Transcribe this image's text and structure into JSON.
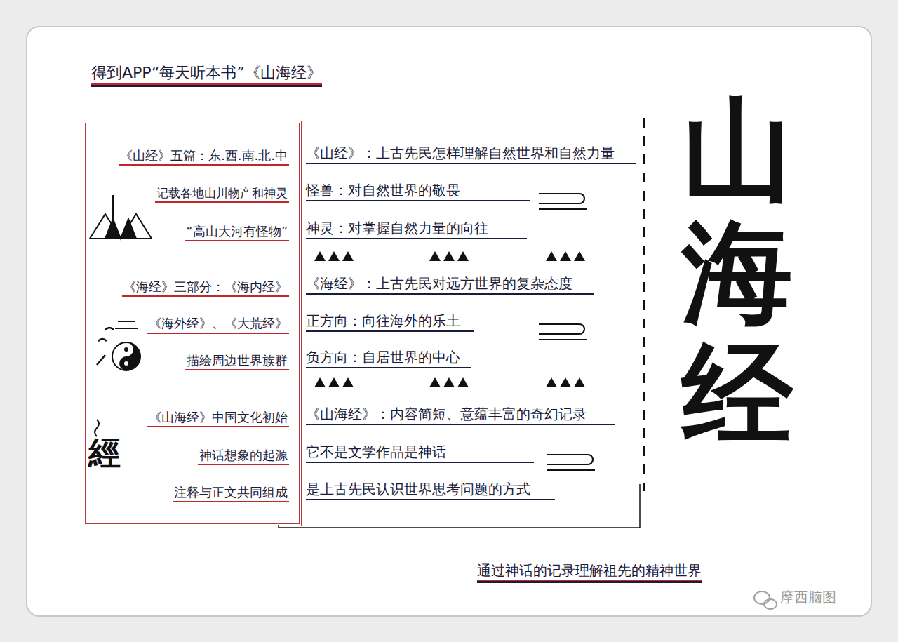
{
  "diagram": {
    "title": "得到APP“每天听本书”《山海经》",
    "caption": "通过神话的记录理解祖先的精神世界",
    "nodes": [
      {
        "text": [
          "《山经》五篇：东.西.南.北.中",
          "记载各地山川物产和神灵",
          "“高山大河有怪物”",
          "《海经》三部分：《海内经》",
          "《海外经》、《大荒经》",
          "描绘周边世界族群",
          "《山海经》中国文化初始",
          "神话想象的起源",
          "注释与正文共同组成"
        ]
      }
    ],
    "labels": [
      "《山经》：上古先民怎样理解自然世界和自然力量",
      "怪兽：对自然世界的敬畏",
      "神灵：对掌握自然力量的向往",
      "《海经》：上古先民对远方世界的复杂态度",
      "正方向：向往海外的乐土",
      "负方向：自居世界的中心",
      "《山海经》：内容简短、意蕴丰富的奇幻记录",
      "它不是文学作品是神话",
      "是上古先民认识世界思考问题的方式",
      "經",
      "山海经",
      "摩西脑图"
    ]
  }
}
